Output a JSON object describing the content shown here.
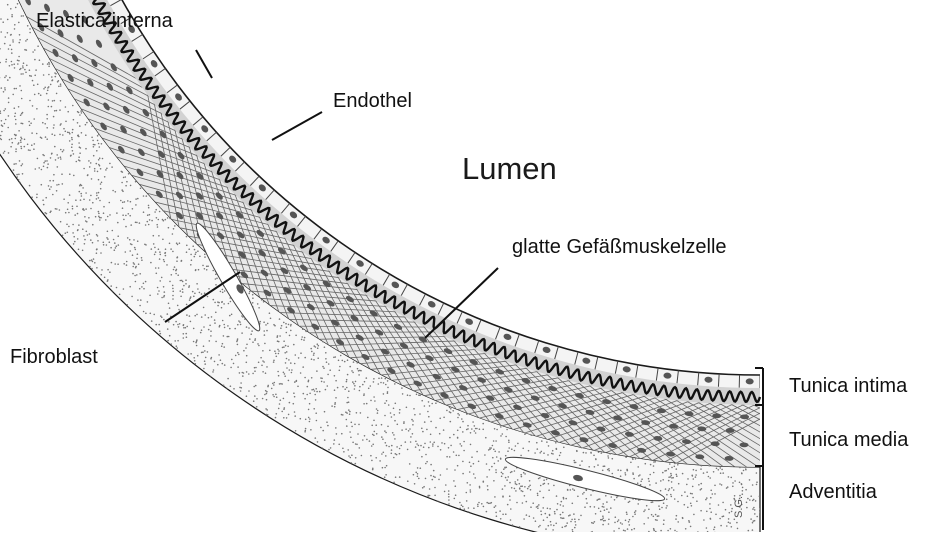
{
  "labels": {
    "elastica_interna": "Elastica interna",
    "endothel": "Endothel",
    "lumen": "Lumen",
    "muscle_cell": "glatte Gefäßmuskelzelle",
    "fibroblast": "Fibroblast",
    "tunica_intima": "Tunica intima",
    "tunica_media": "Tunica media",
    "adventitia": "Adventitia",
    "signature": "S.G."
  },
  "colors": {
    "line": "#1a1a1a",
    "endothelium_fill": "#f4f4f4",
    "intima_fill": "#d2d2d2",
    "media_fill": "#e9e9e9",
    "adventitia_fill": "#f7f7f7",
    "nucleus": "#555555",
    "stipple": "#777777"
  }
}
